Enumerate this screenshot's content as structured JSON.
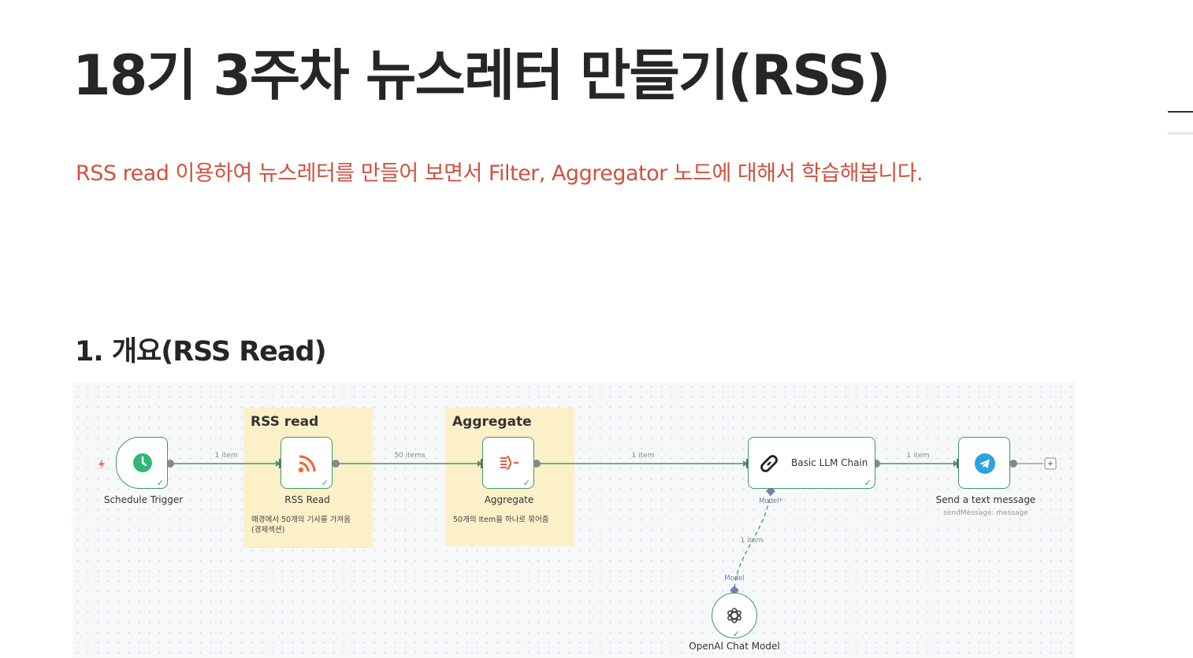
{
  "page": {
    "title": "18기 3주차 뉴스레터 만들기(RSS)",
    "subtitle": "RSS read 이용하여 뉴스레터를 만들어 보면서 Filter, Aggregator 노드에 대해서 학습해봅니다.",
    "section_heading": "1. 개요(RSS Read)"
  },
  "workflow": {
    "sticky_notes": [
      {
        "title": "RSS read",
        "note_lines": [
          "매경에서 50개의 기사를 가져옴",
          "(경제섹션)"
        ]
      },
      {
        "title": "Aggregate",
        "note_lines": [
          "50개의 Item을 하나로 묶어줌"
        ]
      }
    ],
    "nodes": {
      "schedule_trigger": {
        "label": "Schedule Trigger",
        "icon": "clock-icon"
      },
      "rss_read": {
        "label": "RSS Read",
        "icon": "rss-icon"
      },
      "aggregate": {
        "label": "Aggregate",
        "icon": "aggregate-icon"
      },
      "basic_llm_chain": {
        "label": "Basic LLM Chain",
        "icon": "link-chain-icon"
      },
      "send_message": {
        "label": "Send a text message",
        "sublabel": "sendMessage: message",
        "icon": "telegram-icon"
      },
      "openai_chat_model": {
        "label": "OpenAI Chat Model",
        "icon": "openai-icon"
      }
    },
    "connections": [
      {
        "label": "1 item"
      },
      {
        "label": "50 items"
      },
      {
        "label": "1 item"
      },
      {
        "label": "1 item"
      },
      {
        "label": "1 item"
      }
    ],
    "ports": {
      "llm_model_input": "Model*",
      "openai_model_output": "Model"
    },
    "colors": {
      "success_green": "#3d9a6c",
      "sticky_yellow": "#fcf0c9",
      "subtitle_red": "#d0513f",
      "trigger_bolt": "#ff6d5a",
      "telegram_blue": "#2aa3e0"
    }
  }
}
